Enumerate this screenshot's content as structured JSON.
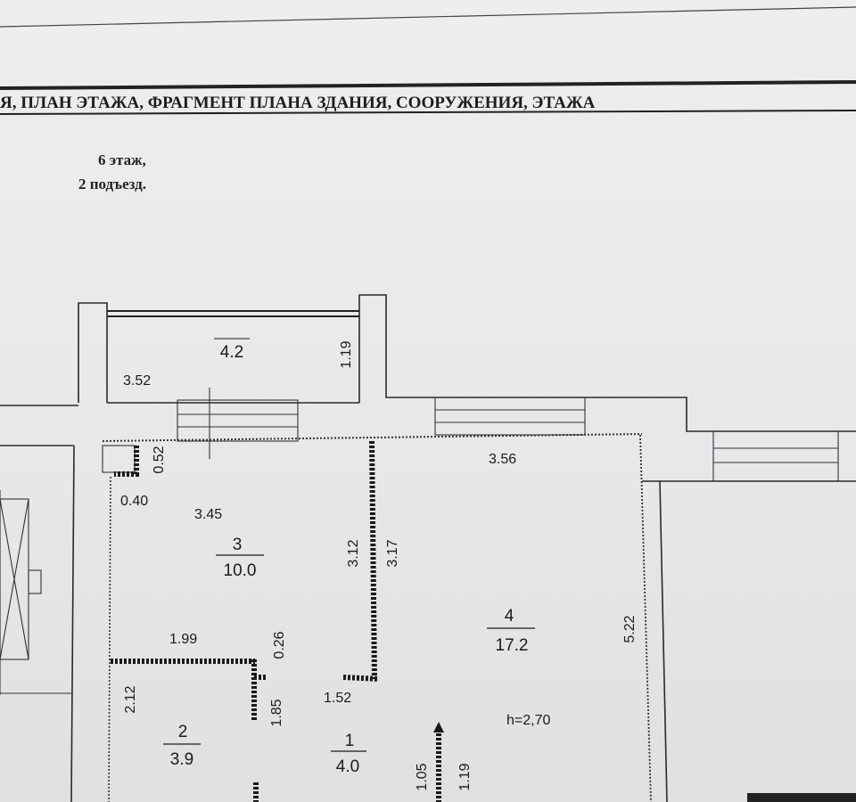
{
  "header": {
    "title": "Я, ПЛАН ЭТАЖА, ФРАГМЕНТ ПЛАНА ЗДАНИЯ, СООРУЖЕНИЯ, ЭТАЖА"
  },
  "floor_note": {
    "line1": "6 этаж,",
    "line2": "2 подъезд."
  },
  "rooms": [
    {
      "number": "",
      "area": "4.2"
    },
    {
      "number": "3",
      "area": "10.0"
    },
    {
      "number": "4",
      "area": "17.2"
    },
    {
      "number": "2",
      "area": "3.9"
    },
    {
      "number": "1",
      "area": "4.0"
    }
  ],
  "dimensions": {
    "loggia_length": "3.52",
    "loggia_depth": "1.19",
    "top_0_52": "0.52",
    "nook_0_40": "0.40",
    "room3_width": "3.45",
    "room3_wall_3_12": "3.12",
    "room4_wall_3_17": "3.17",
    "room4_width": "3.56",
    "room4_depth": "5.22",
    "room2_top_1_99": "1.99",
    "room2_0_26": "0.26",
    "room2_left_2_12": "2.12",
    "room2_right_1_85": "1.85",
    "hall_1_52": "1.52",
    "door_1_05": "1.05",
    "door_1_19": "1.19"
  },
  "ceiling_height": "h=2,70"
}
